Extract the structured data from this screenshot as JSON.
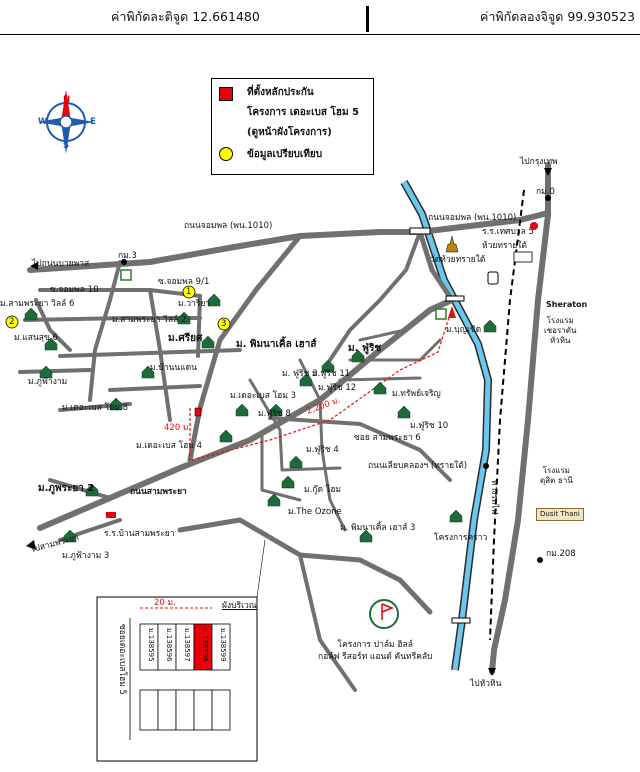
{
  "header": {
    "lat_label": "ค่าพิกัดละติจูด 12.661480",
    "lon_label": "ค่าพิกัดลองจิจูด 99.930523"
  },
  "legend": {
    "project_marker": "ที่ตั้งหลักประกัน",
    "project_name": "โครงการ เดอะเบส โฮม 5",
    "project_note": "(ดูหน้าผังโครงการ)",
    "comparison_marker": "ข้อมูลเปรียบเทียบ",
    "colors": {
      "project": "#e8000b",
      "comparison": "#ffff00"
    }
  },
  "roads": {
    "chomphon": "ถนนจอมพล (พน.1010)",
    "chomphon_east": "ถนนจอมพล (พน.1010)",
    "sampraya": "ถนนสามพระยา",
    "to_pong_nam_pas": "ไปถนนบายพาส",
    "to_bangkok": "ไปกรุงเทพ",
    "to_hua_hin": "ไปหัวหิน",
    "to_sampraya": "ไปสามพระยา",
    "km3": "กม.3",
    "km0": "กม.0",
    "km208": "กม.208",
    "soi_chomphon_10": "ซ.จอมพล 10",
    "soi_chomphon_9_1": "ซ.จอมพล 9/1",
    "soi_sampraya_6": "ซอย สามพระยา 6",
    "chiao_khlong_road": "ถนนเลียบคลองฯ (ทรายใต้)",
    "railway": "ทางรถไฟ",
    "dist_420": "420 ม.",
    "dist_2200": "2,200 ม."
  },
  "places": {
    "sampraya_village_6": "ม.สามพระยา วิลล์ 6",
    "sansuk_6": "ม.แสนสุข 6",
    "phufa_ngam": "ม.ภูฟ้างาม",
    "the_base_home_8": "ม.เดอะเบส โฮม 8",
    "sampraya_villa_2": "ม.สามพระยา วิลล์ 2",
    "wariya": "ม.วาริยา",
    "sriyos": "ม.ศรียศ",
    "baan_nadaen": "ม.บ้านนแดน",
    "phimana_3_top": "ม. พิมนาเคิ้ล เฮาส์",
    "the_base_home_3": "ม.เดอะเบส โฮม 3",
    "the_base_home_4": "ม.เดอะเบส โฮม 4",
    "phu_rich_3": "ม. ฟู่ริช 3",
    "phu_rich_8": "ม.ฟู่ริช 8",
    "phu_rich_11": "ม.ฟู่ริช 11",
    "phu_rich_12": "ม.ฟู่ริช 12",
    "phu_rich_top": "ม. ฟู่ริช",
    "phu_rich_10": "ม.ฟู่ริช 10",
    "phu_rich_4": "ม.ฟู่ริช 4",
    "sapcharoen": "ม.ทรัพย์เจริญ",
    "buncharoen": "ม.บุญเชิด",
    "good_home": "ม.กู๊ด โฮม",
    "the_ozone": "ม.The Ozone",
    "phimana_3": "ม. พิมนาเคิ้ล เฮาส์ 3",
    "khrang_project": "โครงการคราว",
    "phu_phraya_2": "ม.ภูพระยา 2",
    "school": "ร.ร.บ้านสามพระยา",
    "phufa_ngam_3": "ม.ภูฟ้างาม 3",
    "wat": "วัดห้วยทรายใต้",
    "tessaban_school": "ร.ร.เทศบาล 5",
    "tessaban_school_2": "ห้วยทรายใต้",
    "sheraton": "Sheraton",
    "sheraton_th": "โรงแรม\nเชอราตัน\nหัวหิน",
    "dusit": "โรงแรม\nดุสิต ธานี",
    "dusit_sign": "Dusit Thani",
    "palm_hills": "โครงการ ปาล์ม ฮิลล์\nกอล์ฟ รีสอร์ท แอนด์ คันทรีคลับ"
  },
  "comparison_points": [
    "1",
    "2",
    "3"
  ],
  "plan": {
    "width": "20 ม.",
    "title": "ผังบริเวณ",
    "soi": "ซอยเดอะเบสโฮม 5",
    "lots": [
      "ม.138595",
      "ม.138596",
      "ม.138597",
      "ม.138598",
      "ม.138599"
    ]
  },
  "compass": [
    "N",
    "E",
    "S",
    "W"
  ]
}
